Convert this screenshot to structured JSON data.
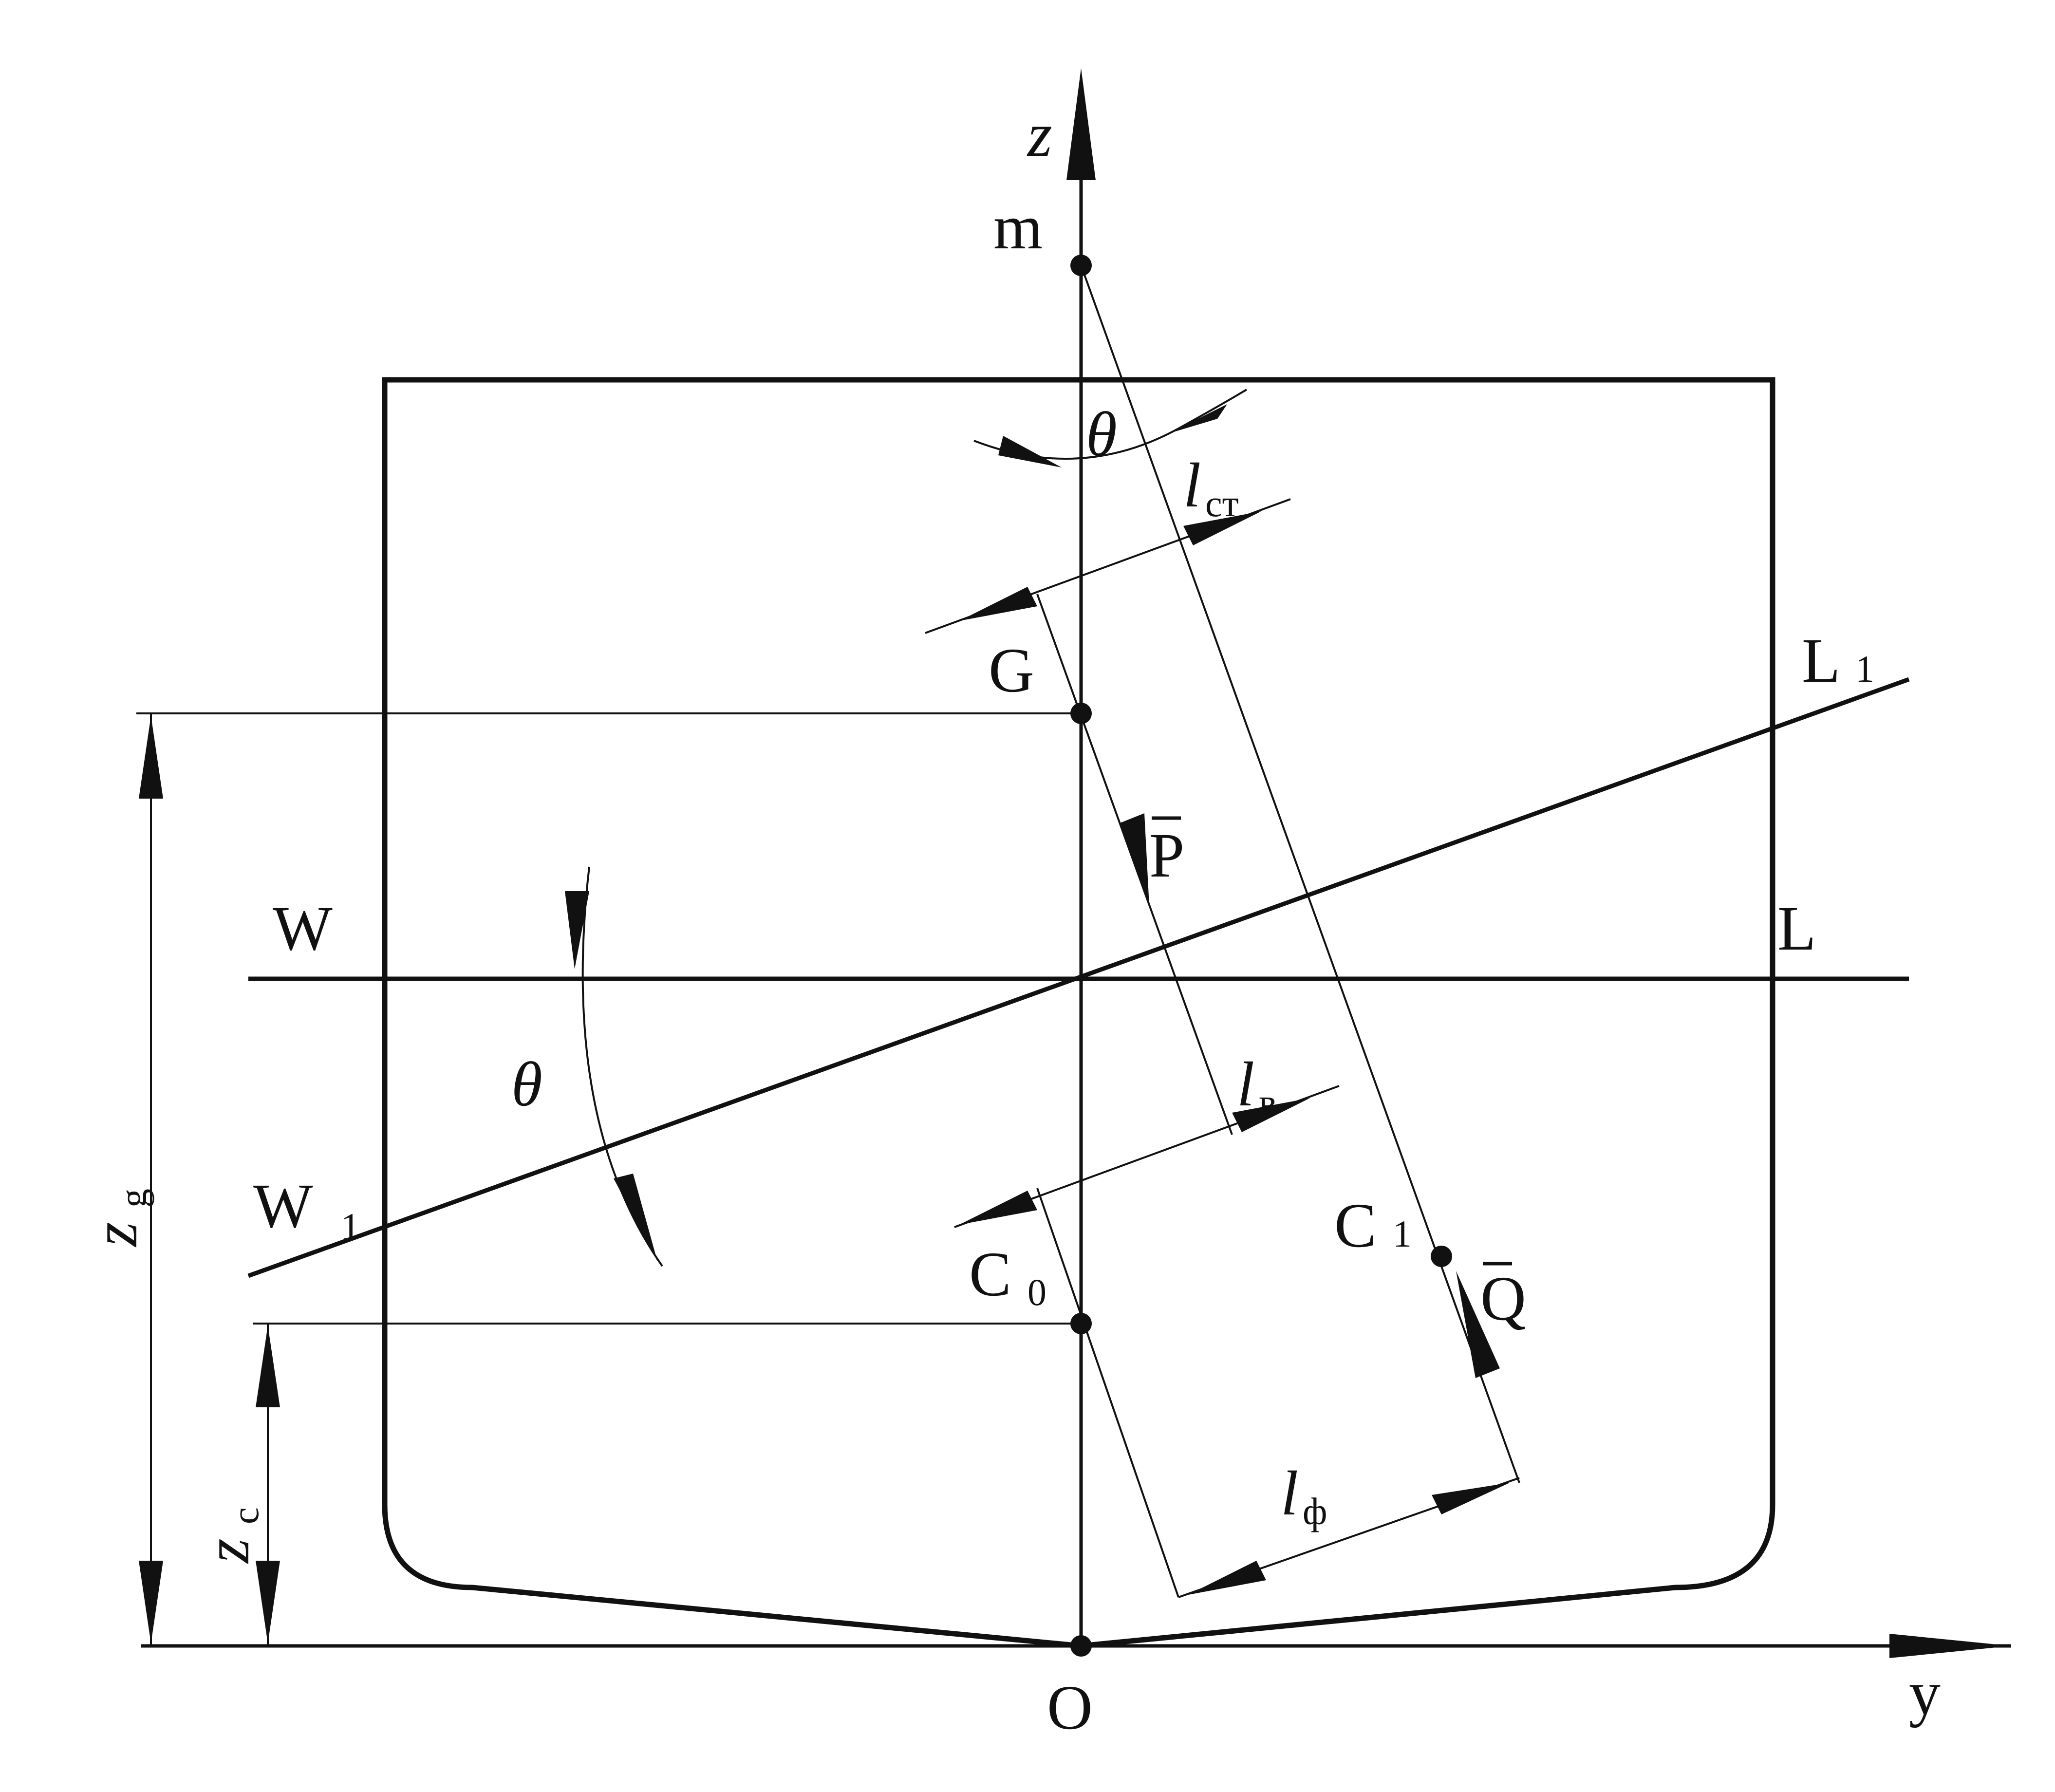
{
  "labels": {
    "z": "z",
    "y": "y",
    "m": "m",
    "O": "O",
    "W": "W",
    "L": "L",
    "W1": "W",
    "W1_sub": "1",
    "L1": "L",
    "L1_sub": "1",
    "G": "G",
    "C0": "C",
    "C0_sub": "0",
    "C1": "C",
    "C1_sub": "1",
    "P": "P",
    "Q": "Q",
    "theta_top": "θ",
    "theta_left": "θ",
    "l_st": "l",
    "l_st_sub": "ст",
    "l_v": "l",
    "l_v_sub": "в",
    "l_f": "l",
    "l_f_sub": "ф",
    "zg": "z",
    "zg_sub": "g",
    "zc": "z",
    "zc_sub": "c"
  }
}
